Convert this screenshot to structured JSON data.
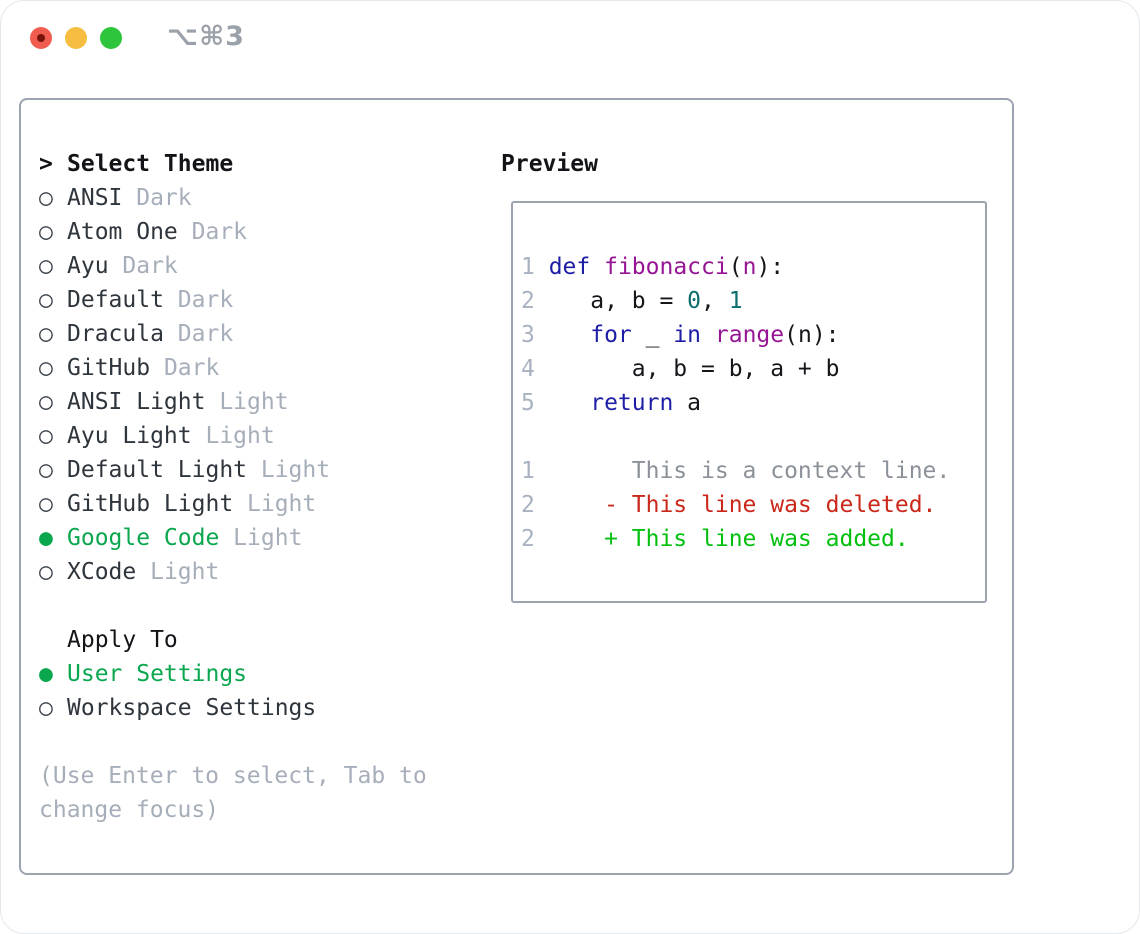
{
  "window": {
    "title": "⌥⌘3",
    "traffic_lights": {
      "close": "#f05c50",
      "minimize": "#f6be40",
      "zoom": "#2ec53c"
    }
  },
  "icons": {
    "radio_on": "●",
    "radio_off": "○",
    "header_prefix": ">"
  },
  "colors": {
    "selected_green": "#0aa74f",
    "diff_added_green": "#04c00e",
    "diff_deleted_red": "#c9281a",
    "keyword_blue": "#1d1da5",
    "function_purple": "#951595",
    "literal_teal": "#0b6e6e",
    "muted_gray": "#a6aeba",
    "panel_border": "#9ba4b0"
  },
  "theme_panel": {
    "header": "Select Theme",
    "items": [
      {
        "name": "ANSI",
        "variant": "Dark",
        "selected": false
      },
      {
        "name": "Atom One",
        "variant": "Dark",
        "selected": false
      },
      {
        "name": "Ayu",
        "variant": "Dark",
        "selected": false
      },
      {
        "name": "Default",
        "variant": "Dark",
        "selected": false
      },
      {
        "name": "Dracula",
        "variant": "Dark",
        "selected": false
      },
      {
        "name": "GitHub",
        "variant": "Dark",
        "selected": false
      },
      {
        "name": "ANSI Light",
        "variant": "Light",
        "selected": false
      },
      {
        "name": "Ayu Light",
        "variant": "Light",
        "selected": false
      },
      {
        "name": "Default Light",
        "variant": "Light",
        "selected": false
      },
      {
        "name": "GitHub Light",
        "variant": "Light",
        "selected": false
      },
      {
        "name": "Google Code",
        "variant": "Light",
        "selected": true
      },
      {
        "name": "XCode",
        "variant": "Light",
        "selected": false
      }
    ],
    "apply_to": {
      "label": "Apply To",
      "options": [
        {
          "name": "User Settings",
          "selected": true
        },
        {
          "name": "Workspace Settings",
          "selected": false
        }
      ]
    },
    "hint": "(Use Enter to select, Tab to change focus)"
  },
  "preview": {
    "title": "Preview",
    "lines": [
      {
        "num": "1",
        "tokens": [
          [
            "def",
            "kw"
          ],
          [
            " ",
            "pl"
          ],
          [
            "fibonacci",
            "fn"
          ],
          [
            "(",
            "pl"
          ],
          [
            "n",
            "fn"
          ],
          [
            "):",
            "pl"
          ]
        ]
      },
      {
        "num": "2",
        "tokens": [
          [
            "   a, b = ",
            "pl"
          ],
          [
            "0",
            "lit"
          ],
          [
            ", ",
            "pl"
          ],
          [
            "1",
            "lit"
          ]
        ]
      },
      {
        "num": "3",
        "tokens": [
          [
            "   ",
            "pl"
          ],
          [
            "for",
            "kw"
          ],
          [
            " _ ",
            "pl"
          ],
          [
            "in",
            "kw"
          ],
          [
            " ",
            "pl"
          ],
          [
            "range",
            "fn"
          ],
          [
            "(n):",
            "pl"
          ]
        ]
      },
      {
        "num": "4",
        "tokens": [
          [
            "      a, b = b, a + b",
            "pl"
          ]
        ]
      },
      {
        "num": "5",
        "tokens": [
          [
            "   ",
            "pl"
          ],
          [
            "return",
            "kw"
          ],
          [
            " a",
            "pl"
          ]
        ]
      },
      {
        "num": "",
        "tokens": []
      },
      {
        "num": "1",
        "tokens": [
          [
            "      This is a context line.",
            "ctx"
          ]
        ]
      },
      {
        "num": "2",
        "tokens": [
          [
            "    - This line was deleted.",
            "del"
          ]
        ]
      },
      {
        "num": "2",
        "tokens": [
          [
            "    + This line was added.",
            "add"
          ]
        ]
      }
    ]
  }
}
